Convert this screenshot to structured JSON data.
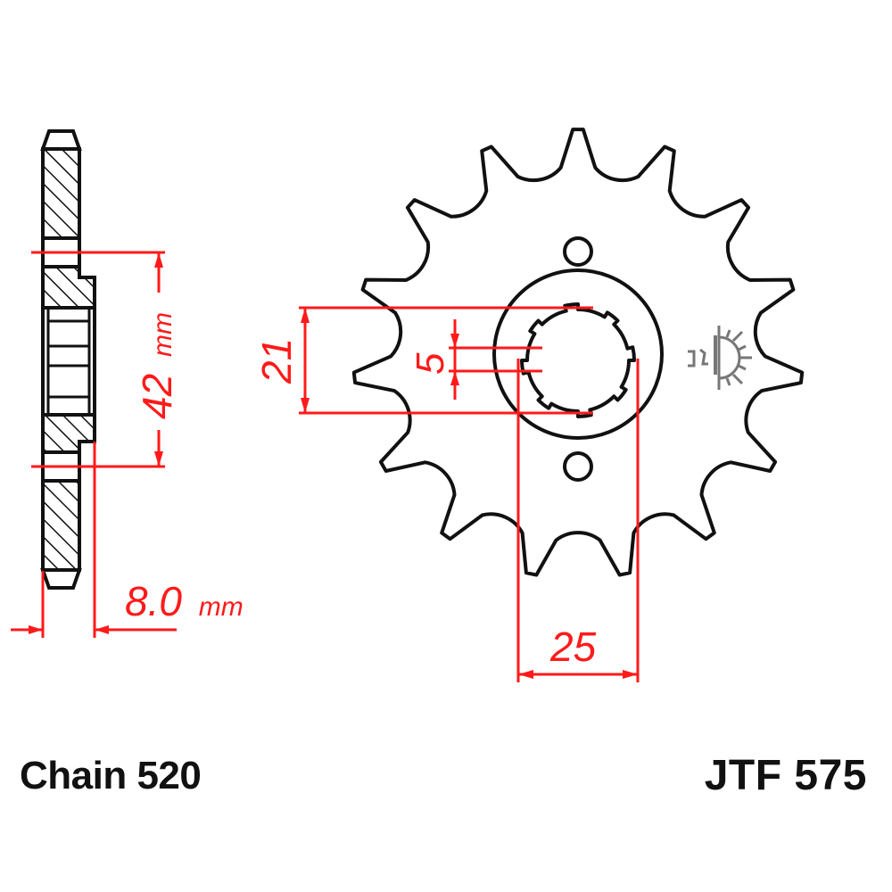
{
  "labels": {
    "chain": "Chain 520",
    "part_number": "JTF 575"
  },
  "dimensions": {
    "hub_diameter": {
      "value": "42",
      "unit": "mm"
    },
    "thickness": {
      "value": "8.0",
      "unit": "mm"
    },
    "spline_height": {
      "value": "21"
    },
    "spline_width": {
      "value": "5"
    },
    "bore_diameter": {
      "value": "25"
    }
  },
  "sprocket": {
    "teeth": 15,
    "mounting_holes": 2
  },
  "icons": {
    "side_view": "sprocket-side-section",
    "front_view": "sprocket-front-outline",
    "orientation_symbol": "sun-half-symbol"
  },
  "colors": {
    "dimension": "#ff1a1a",
    "outline": "#111111",
    "symbol": "#777777",
    "background": "#ffffff"
  }
}
